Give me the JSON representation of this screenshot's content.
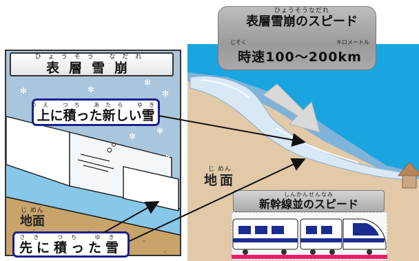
{
  "left_panel": {
    "title": "表層雪崩",
    "title_ruby": "ひょうそう なだれ",
    "new_snow_label": "上に積った新しい雪",
    "new_snow_ruby": "うえ つち あたら ゆき",
    "old_snow_label": "先に積った雪",
    "old_snow_ruby": "さき つち ゆき",
    "ground_label": "地面",
    "ground_ruby": "じ めん"
  },
  "right_panel": {
    "speed_title": "表層雪崩のスピード",
    "speed_title_ruby": "ひょうそうなだれ",
    "speed_value": "時速100〜200km",
    "speed_prefix_ruby": "じそく",
    "speed_unit_ruby": "キロメートル",
    "ground_label": "地面",
    "ground_ruby": "じ めん",
    "shinkansen_title": "新幹線並のスピード",
    "shinkansen_ruby": "しんかんせんなみ"
  },
  "colors": {
    "sky": "#1aa5e0",
    "ground": "#e2c9a7",
    "old_snow": "#7fb3d9",
    "label_border": "#1a1f8f",
    "train_stripe": "#ee1d6a"
  }
}
